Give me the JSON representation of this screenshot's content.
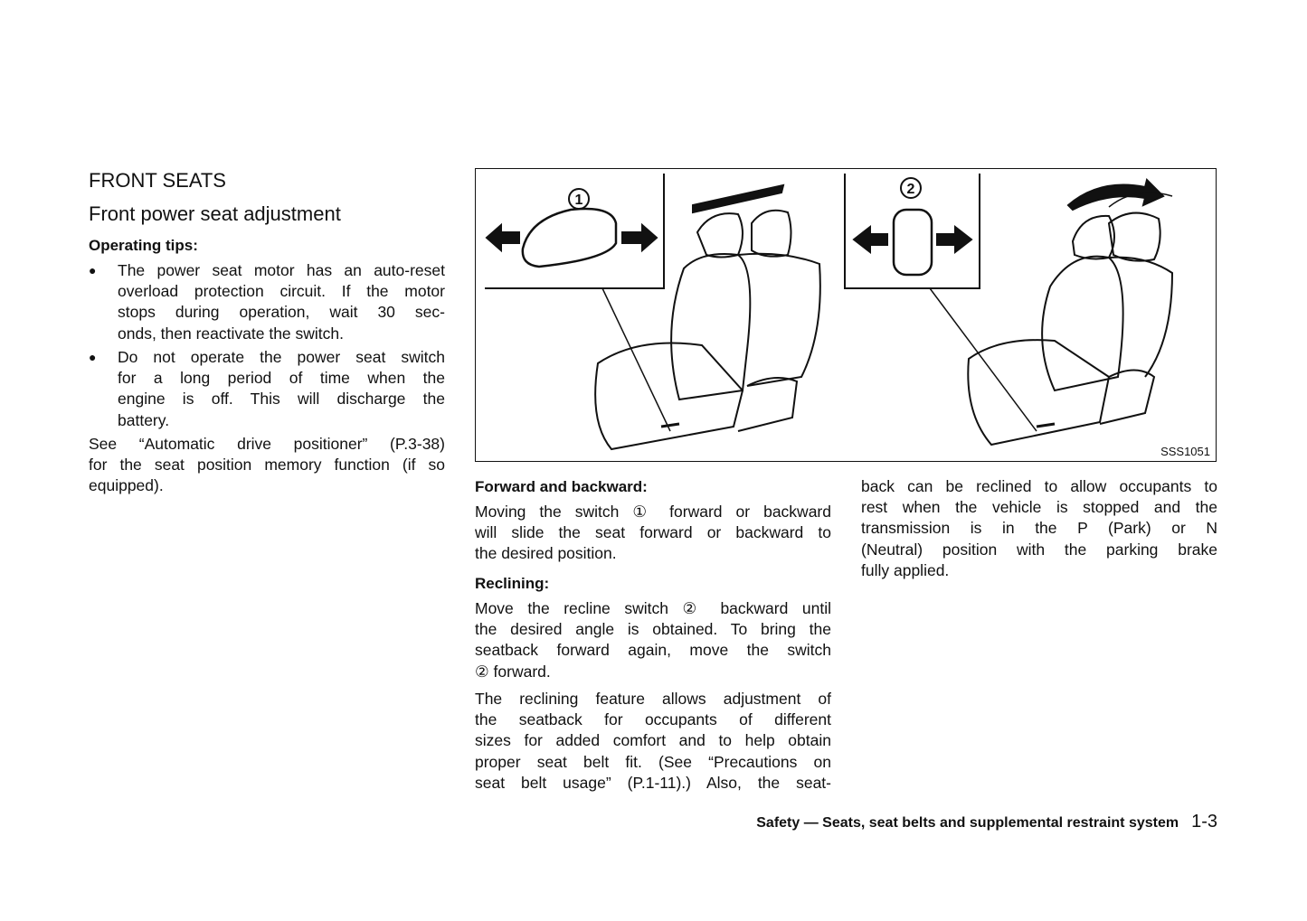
{
  "section_title": "FRONT SEATS",
  "subsection_title": "Front power seat adjustment",
  "operating_tips": {
    "heading": "Operating tips:",
    "bullets": [
      {
        "lines": [
          "The power seat motor has an auto-reset",
          "overload protection circuit. If the motor",
          "stops during operation, wait 30 sec-",
          "onds, then reactivate the switch."
        ]
      },
      {
        "lines": [
          "Do not operate the power seat switch",
          "for a long period of time when the",
          "engine is off. This will discharge the",
          "battery."
        ]
      }
    ],
    "see_note": [
      "See “Automatic drive positioner” (P.3-38)",
      "for the seat position memory function (if so",
      "equipped)."
    ]
  },
  "figure": {
    "label": "SSS1051",
    "callouts": [
      "1",
      "2"
    ]
  },
  "forward_backward": {
    "heading": "Forward and backward:",
    "lines": [
      "Moving the switch ① forward or backward",
      "will slide the seat forward or backward to",
      "the desired position."
    ]
  },
  "reclining": {
    "heading": "Reclining:",
    "para1": [
      "Move the recline switch ② backward until",
      "the desired angle is obtained. To bring the",
      "seatback forward again, move the switch",
      "② forward."
    ],
    "para2": [
      "The reclining feature allows adjustment of",
      "the seatback for occupants of different",
      "sizes for added comfort and to help obtain",
      "proper seat belt fit. (See “Precautions on",
      "seat belt usage” (P.1-11).) Also, the seat-"
    ],
    "para3": [
      "back can be reclined to allow occupants to",
      "rest when the vehicle is stopped and the",
      "transmission is in the P (Park) or N",
      "(Neutral) position with the parking brake",
      "fully applied."
    ]
  },
  "footer": {
    "text": "Safety — Seats, seat belts and supplemental restraint system",
    "page": "1-3"
  }
}
